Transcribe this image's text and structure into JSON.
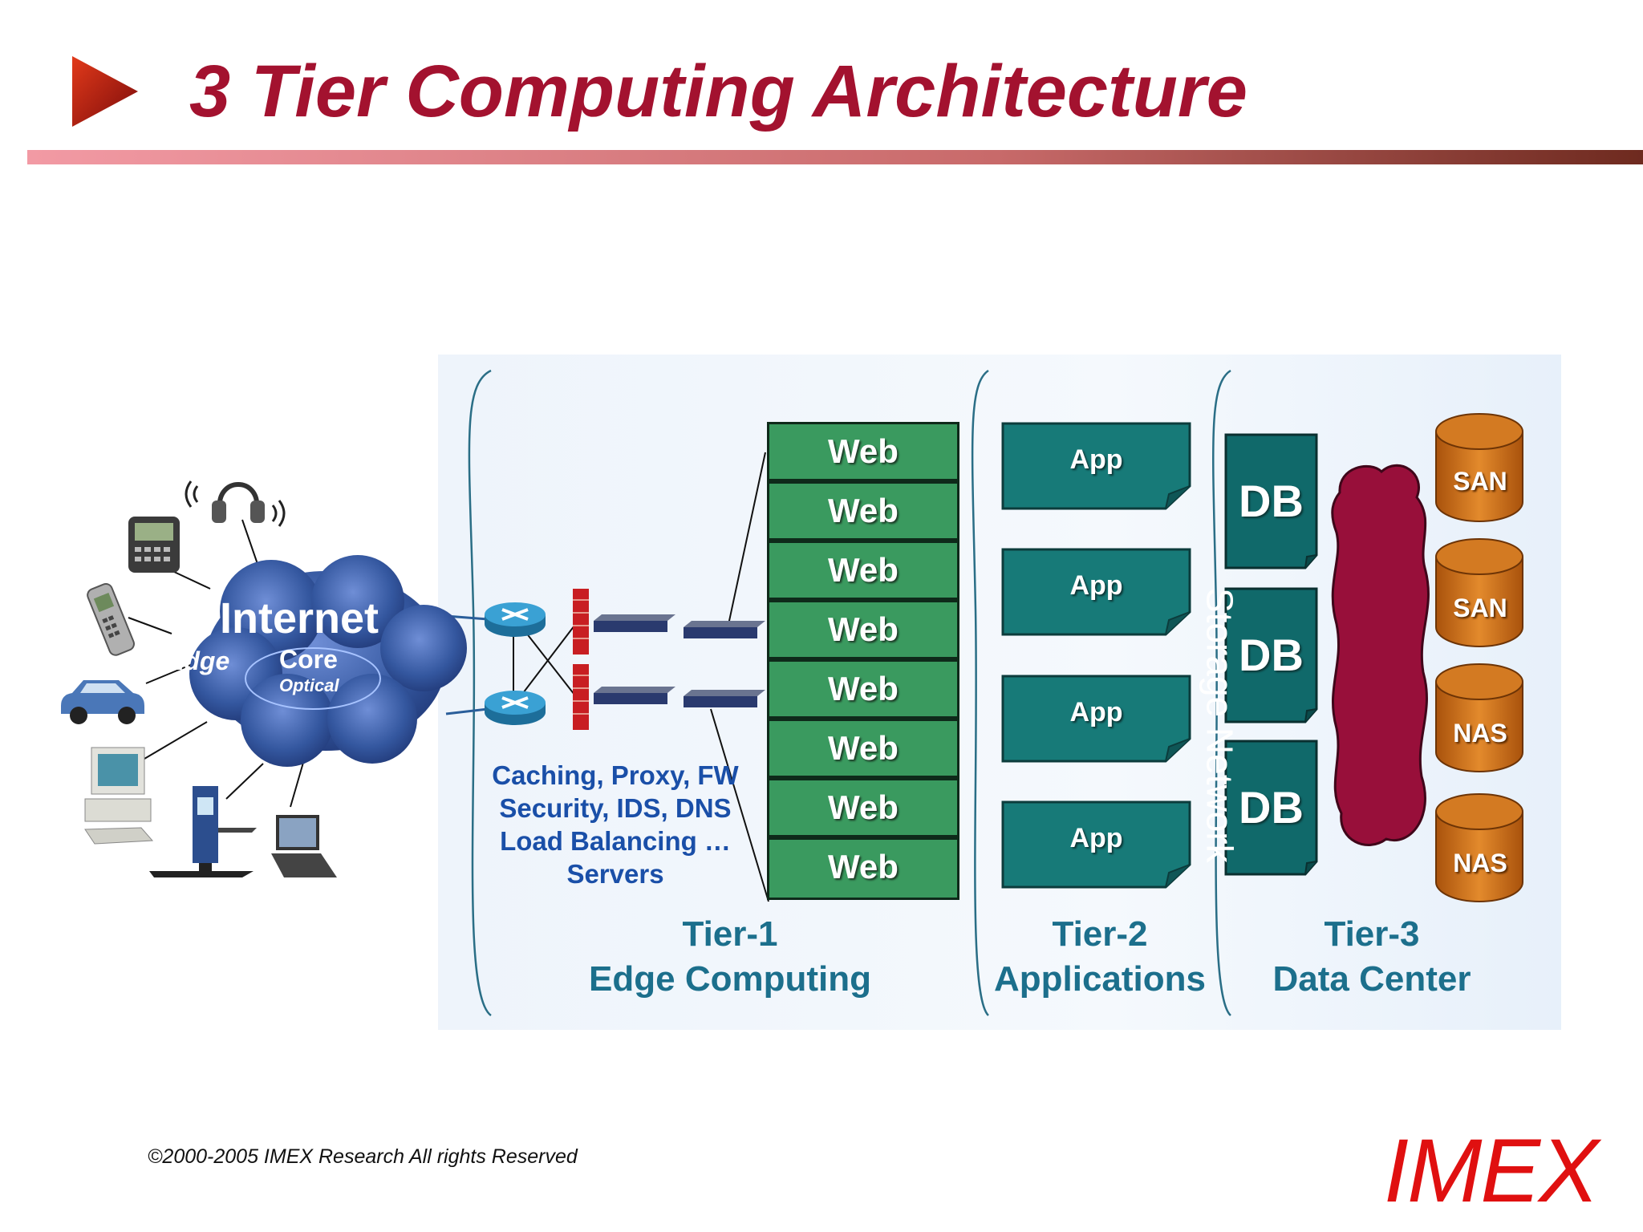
{
  "slide": {
    "title": "3 Tier Computing Architecture",
    "copyright": "©2000-2005  IMEX Research All rights Reserved",
    "logo": "IMEX",
    "colors": {
      "title": "#a3122f",
      "tier_label": "#1c6f8c",
      "web": "#3a9a5f",
      "app": "#177a78",
      "db": "#10696a",
      "storage": "#980f3a",
      "cylinder": "#cc6a12",
      "cloud": "#2f4f9f"
    }
  },
  "internet": {
    "label": "Internet",
    "edge_label": "Edge",
    "core_label": "Core",
    "optical_label": "Optical",
    "devices": [
      "headset-icon",
      "pager-icon",
      "cellphone-icon",
      "car-icon",
      "desktop-computer-icon",
      "kiosk-icon",
      "laptop-icon"
    ]
  },
  "tier1": {
    "label": "Tier-1",
    "sublabel": "Edge Computing",
    "services": [
      "Caching, Proxy, FW",
      "Security, IDS, DNS",
      "Load Balancing …",
      "Servers"
    ],
    "web_servers": [
      "Web",
      "Web",
      "Web",
      "Web",
      "Web",
      "Web",
      "Web",
      "Web"
    ],
    "network_icons": [
      "router-icon",
      "router-icon",
      "firewall-icon",
      "firewall-icon",
      "switch-icon",
      "switch-icon",
      "switch-icon",
      "switch-icon"
    ]
  },
  "tier2": {
    "label": "Tier-2",
    "sublabel": "Applications",
    "apps": [
      "App",
      "App",
      "App",
      "App"
    ]
  },
  "tier3": {
    "label": "Tier-3",
    "sublabel": "Data Center",
    "databases": [
      "DB",
      "DB",
      "DB"
    ],
    "storage_network": "Storage Network",
    "storage": [
      "SAN",
      "SAN",
      "NAS",
      "NAS"
    ]
  }
}
